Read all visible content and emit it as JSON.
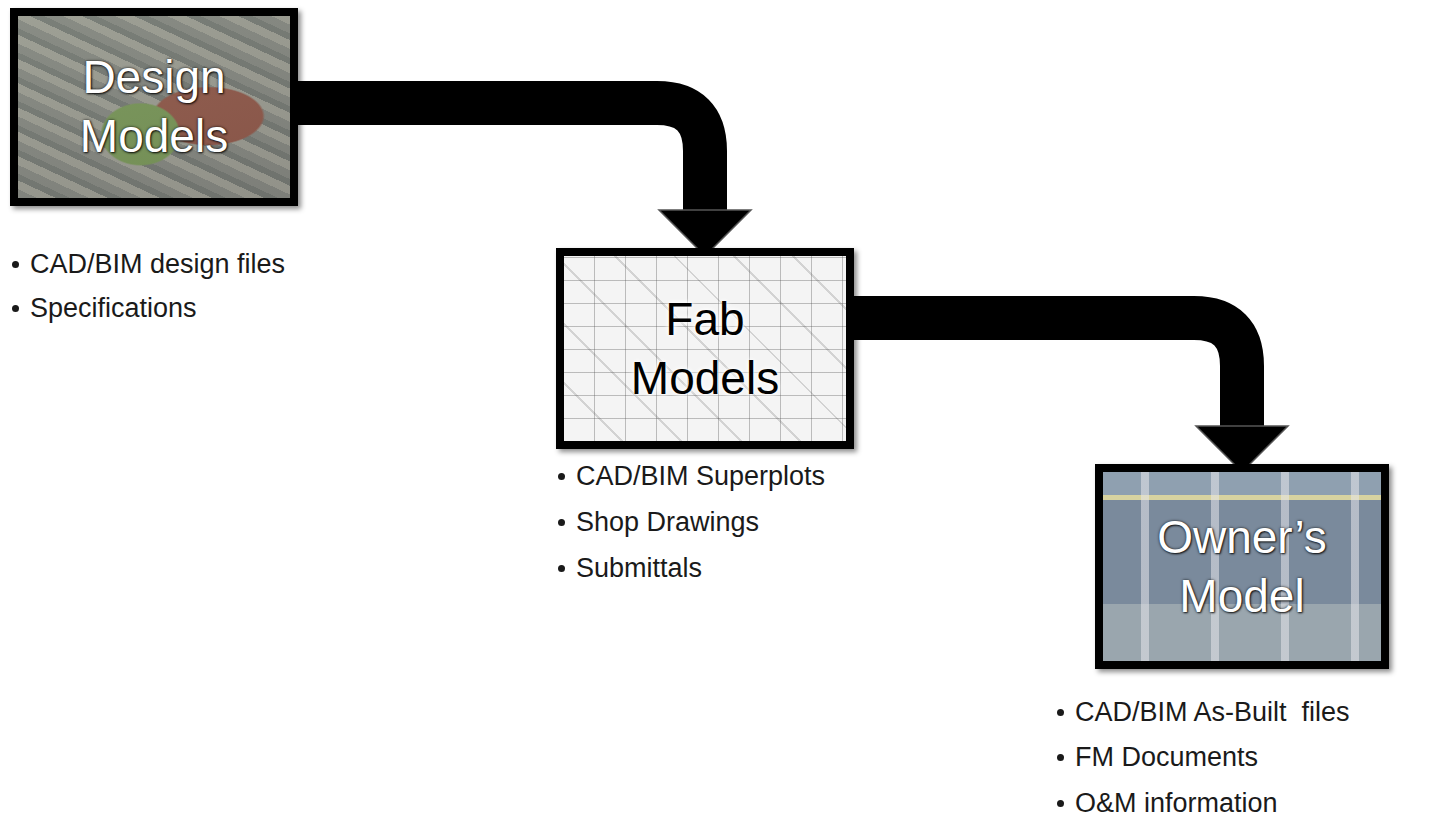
{
  "diagram": {
    "nodes": [
      {
        "text": [
          "Design Models"
        ]
      },
      {
        "text": [
          "Fab Models"
        ]
      },
      {
        "text": [
          "Owner’s Model"
        ]
      }
    ],
    "edges": [
      {
        "from": 0,
        "to": 1,
        "arrow": "to"
      },
      {
        "from": 1,
        "to": 2,
        "arrow": "to"
      }
    ],
    "labels": [
      "CAD/BIM design files",
      "Specifications",
      "CAD/BIM Superplots",
      "Shop Drawings",
      "Submittals",
      "CAD/BIM As-Built  files",
      "FM Documents",
      "O&M information"
    ]
  }
}
